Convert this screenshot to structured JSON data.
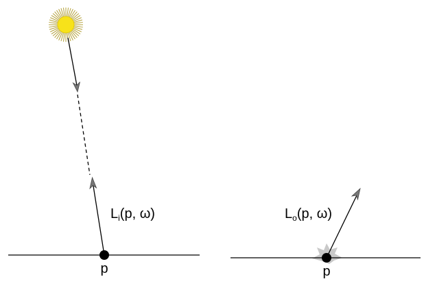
{
  "panels": [
    {
      "point_label": "p",
      "radiance_label": {
        "symbol": "L",
        "subscript": "i",
        "args": "(p, ω)"
      },
      "light_source": "sun-icon"
    },
    {
      "point_label": "p",
      "radiance_label": {
        "symbol": "L",
        "subscript": "o",
        "args": "(p, ω)"
      },
      "scatter_shape": "gray-burst"
    }
  ],
  "colors": {
    "stroke": "#000000",
    "sun_core": "#f7e21a",
    "sun_rays": "#b3a03a",
    "arrowhead": "#777777",
    "burst": "#c9c9c9"
  }
}
